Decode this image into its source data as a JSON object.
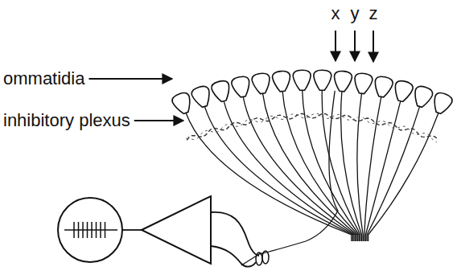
{
  "diagram": {
    "labels": [
      "ommatidia",
      "inhibitory plexus",
      "x",
      "y",
      "z"
    ]
  }
}
